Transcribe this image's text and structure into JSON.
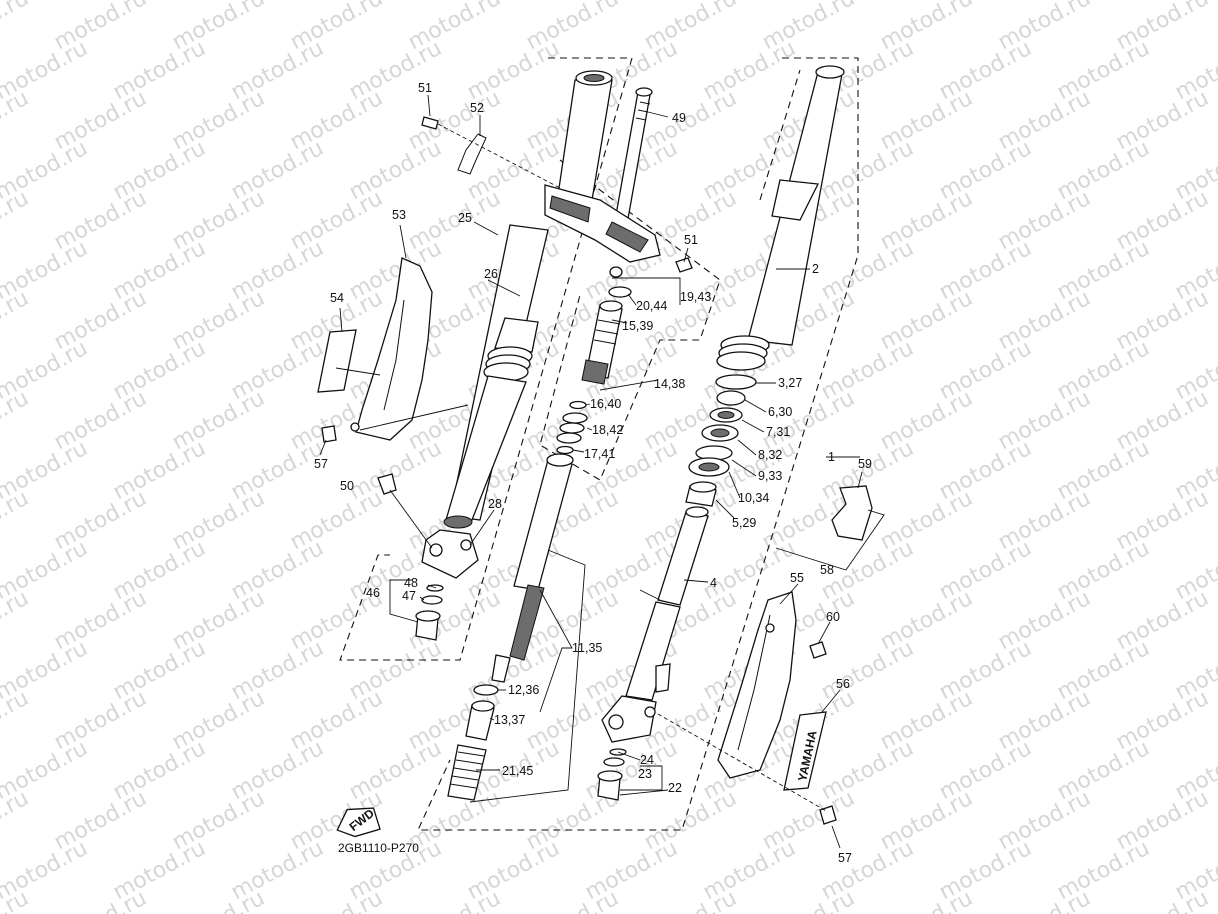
{
  "watermark": "motod.ru",
  "diagram_code": "2GB1110-P270",
  "fwd_label": "FWD",
  "decal_text": "YAMAHA",
  "callouts": [
    {
      "id": "c1",
      "text": "1"
    },
    {
      "id": "c2",
      "text": "2"
    },
    {
      "id": "c3",
      "text": "3,27"
    },
    {
      "id": "c4",
      "text": "4"
    },
    {
      "id": "c5",
      "text": "5,29"
    },
    {
      "id": "c6",
      "text": "6,30"
    },
    {
      "id": "c7",
      "text": "7,31"
    },
    {
      "id": "c8",
      "text": "8,32"
    },
    {
      "id": "c9",
      "text": "9,33"
    },
    {
      "id": "c10",
      "text": "10,34"
    },
    {
      "id": "c11",
      "text": "11,35"
    },
    {
      "id": "c12",
      "text": "12,36"
    },
    {
      "id": "c13",
      "text": "13,37"
    },
    {
      "id": "c14",
      "text": "14,38"
    },
    {
      "id": "c15",
      "text": "15,39"
    },
    {
      "id": "c16",
      "text": "16,40"
    },
    {
      "id": "c17",
      "text": "17,41"
    },
    {
      "id": "c18",
      "text": "18,42"
    },
    {
      "id": "c19",
      "text": "19,43"
    },
    {
      "id": "c20",
      "text": "20,44"
    },
    {
      "id": "c21",
      "text": "21,45"
    },
    {
      "id": "c22",
      "text": "22"
    },
    {
      "id": "c23",
      "text": "23"
    },
    {
      "id": "c24",
      "text": "24"
    },
    {
      "id": "c25",
      "text": "25"
    },
    {
      "id": "c26",
      "text": "26"
    },
    {
      "id": "c28",
      "text": "28"
    },
    {
      "id": "c46",
      "text": "46"
    },
    {
      "id": "c47",
      "text": "47"
    },
    {
      "id": "c48",
      "text": "48"
    },
    {
      "id": "c49",
      "text": "49"
    },
    {
      "id": "c50",
      "text": "50"
    },
    {
      "id": "c51a",
      "text": "51"
    },
    {
      "id": "c51b",
      "text": "51"
    },
    {
      "id": "c52",
      "text": "52"
    },
    {
      "id": "c53",
      "text": "53"
    },
    {
      "id": "c54",
      "text": "54"
    },
    {
      "id": "c55",
      "text": "55"
    },
    {
      "id": "c56",
      "text": "56"
    },
    {
      "id": "c57a",
      "text": "57"
    },
    {
      "id": "c57b",
      "text": "57"
    },
    {
      "id": "c58",
      "text": "58"
    },
    {
      "id": "c59",
      "text": "59"
    },
    {
      "id": "c60",
      "text": "60"
    }
  ]
}
